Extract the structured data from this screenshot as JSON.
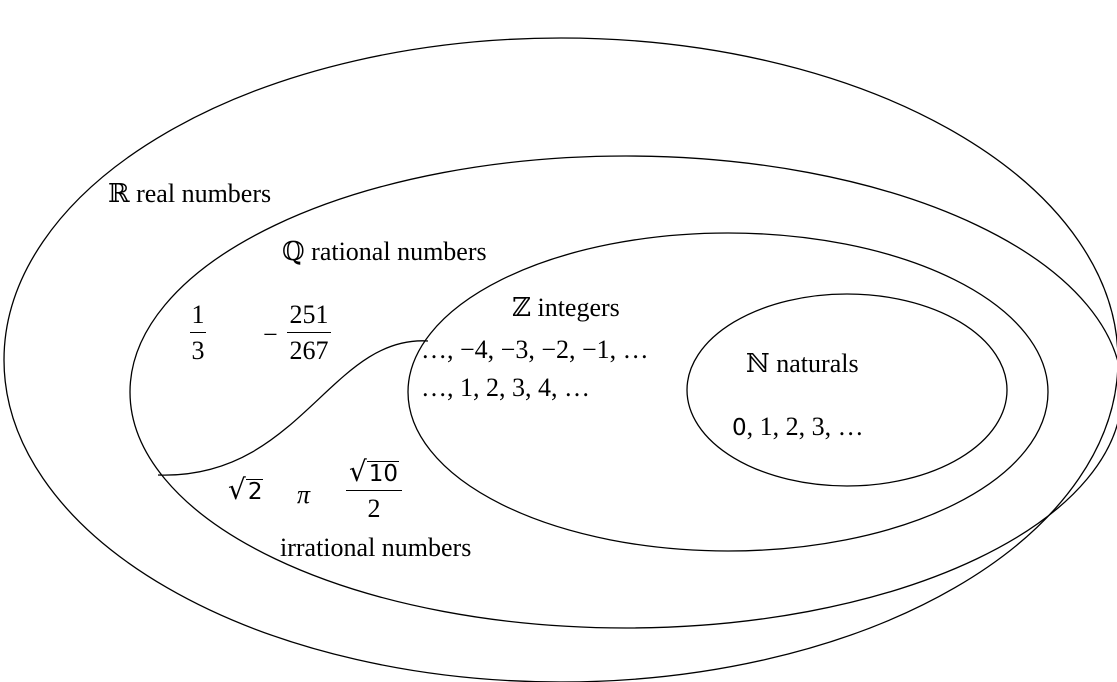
{
  "sets": {
    "real": {
      "symbol": "ℝ",
      "name": "real numbers"
    },
    "rational": {
      "symbol": "ℚ",
      "name": "rational numbers",
      "examples": [
        {
          "num": "1",
          "den": "3",
          "sign": ""
        },
        {
          "num": "251",
          "den": "267",
          "sign": "−"
        }
      ]
    },
    "integers": {
      "symbol": "ℤ",
      "name": "integers",
      "line1": "…, −4, −3, −2, −1, …",
      "line2": "…, 1, 2, 3, 4, …"
    },
    "naturals": {
      "symbol": "ℕ",
      "name": "naturals",
      "first": "0",
      "rest": ", 1, 2, 3, …"
    },
    "irrational": {
      "name": "irrational numbers",
      "examples": {
        "sqrt_radicand": "2",
        "pi": "π",
        "frac_radicand": "10",
        "frac_den": "2"
      }
    }
  },
  "colors": {
    "stroke": "#000000",
    "background": "#ffffff"
  }
}
